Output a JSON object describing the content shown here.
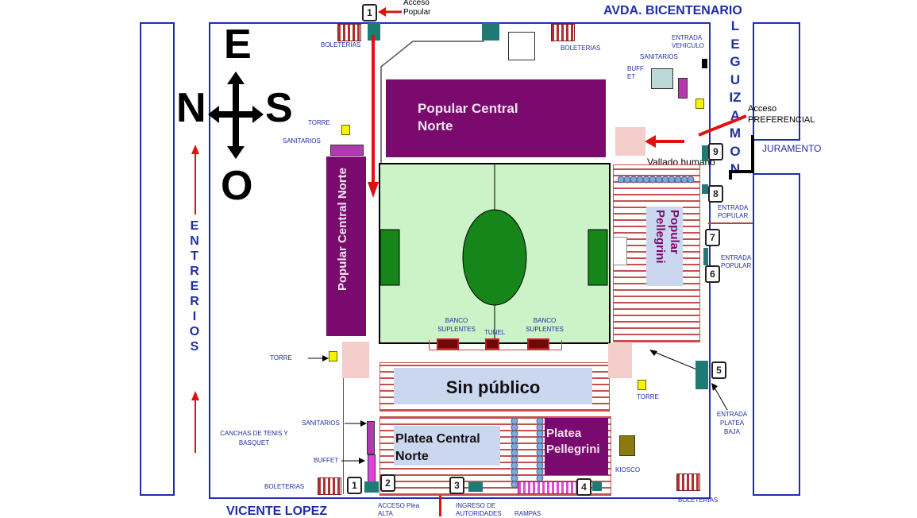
{
  "streets": {
    "top": "AVDA. BICENTENARIO",
    "bottom": "VICENTE LOPEZ",
    "left": "ENTRE RIOS",
    "right_vertical": "LEGUIZAMON",
    "right": "JURAMENTO"
  },
  "compass": {
    "north": "N",
    "east": "E",
    "south": "S",
    "west": "O"
  },
  "stands": {
    "popular_central_norte_top": "Popular Central Norte",
    "popular_central_norte_left": "Popular Central Norte",
    "popular_pellegrini": "Popular Pellegrini",
    "sin_publico": "Sin público",
    "platea_central_norte": "Platea Central Norte",
    "platea_pellegrini": "Platea Pellegrini"
  },
  "labels": {
    "acceso_popular": "Acceso Popular",
    "boleterias": "BOLETERIAS",
    "entrada_vehiculo": "ENTRADA VEHICULO",
    "sanitarios": "SANITARIOS",
    "buffet_top": "BUFF ET",
    "acceso_preferencial": "Acceso PREFERENCIAL",
    "torre": "TORRE",
    "vallado_humano": "Vallado humano",
    "entrada_popular": "ENTRADA POPULAR",
    "banco_suplentes": "BANCO SUPLENTES",
    "tunel": "TUNEL",
    "canchas": "CANCHAS DE TENIS Y BASQUET",
    "buffet": "BUFFET",
    "kiosco": "KIOSCO",
    "entrada_platea_baja": "ENTRADA PLATEA BAJA",
    "acceso_platea_alta": "ACCESO Plea ALTA",
    "ingreso_autoridades": "INGRESO DE AUTORIDADES",
    "rampas": "RAMPAS"
  },
  "gates": [
    "1",
    "1",
    "2",
    "3",
    "4",
    "5",
    "6",
    "7",
    "8",
    "9"
  ],
  "colors": {
    "street_blue": "#1f2ea8",
    "stand_purple": "#7b0a6e",
    "field_green": "#ccf2c8",
    "arrow_red": "#e01010"
  }
}
